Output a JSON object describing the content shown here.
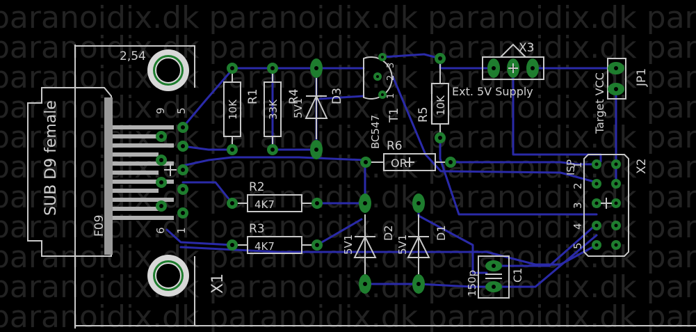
{
  "watermark": {
    "rows": [
      "paranoidix.dk paranoidix.dk paranoidix.dk par",
      "paranoidix.dk paranoidix.dk paranoidix.dk par",
      "paranoidix.dk paranoidix.dk paranoidix.dk par",
      "paranoidix.dk paranoidix.dk paranoidix.dk par",
      "paranoidix.dk paranoidix.dk paranoidix.dk par",
      "paranoidix.dk paranoidix.dk paranoidix.dk par",
      "paranoidix.dk paranoidix.dk paranoidix.dk par",
      "paranoidix.dk paranoidix.dk paranoidix.dk par",
      "paranoidix.dk paranoidix.dk paranoidix.dk par",
      "paranoidix.dk paranoidix.dk paranoidix.dk par",
      "paranoidix.dk paranoidix.dk paranoidix.dk par"
    ]
  },
  "labels": {
    "pitch": "2,54",
    "connector_name": "SUB D9 female",
    "f09": "F09",
    "pin9": "9",
    "pin5": "5",
    "pin6": "6",
    "pin1": "1",
    "x1": "X1",
    "r1": "R1",
    "r1_value": "33K",
    "r4": "R4",
    "r4_value": "10K",
    "d3_value": "5V1",
    "d3": "D3",
    "t1": "T1",
    "t1_type": "BC547",
    "t1_pins": [
      "1",
      "2",
      "3"
    ],
    "r5": "R5",
    "r5_value": "10K",
    "x3": "X3",
    "ext_supply": "Ext. 5V Supply",
    "jp1": "JP1",
    "target_vcc": "Target VCC",
    "r6": "R6",
    "r6_value": "OR",
    "isp": "ISP",
    "x2": "X2",
    "isp_pins": [
      "1",
      "2",
      "3",
      "4",
      "5"
    ],
    "r2": "R2",
    "r2_value": "4K7",
    "r3": "R3",
    "r3_value": "4K7",
    "d2_value": "5V1",
    "d2": "D2",
    "d1_value": "5V1",
    "d1": "D1",
    "c1_value": "150p",
    "c1": "C1"
  },
  "colors": {
    "background": "#000000",
    "silkscreen": "#c8c8c8",
    "wire": "#2a2aa8",
    "pad": "#1e7d2e",
    "watermark": "#222222"
  }
}
